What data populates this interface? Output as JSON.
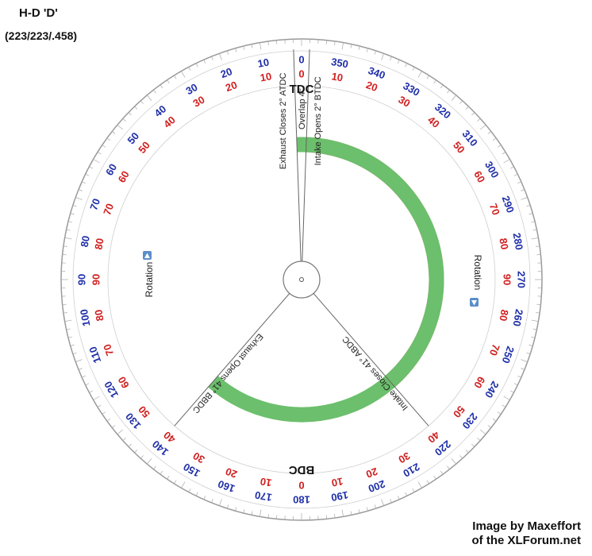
{
  "title": {
    "line1": "H-D 'D'",
    "line2": "(223/223/.458)"
  },
  "credit": {
    "line1": "Image by Maxeffort",
    "line2": "of the XLForum.net"
  },
  "colors": {
    "intake_arc": "#ec7b7b",
    "exhaust_arc": "#6cbf6c",
    "atdc_btdc_numbers": "#d11f1f",
    "crank_degree_numbers": "#1f2fa8",
    "rotation_icon": "#5b8ec9"
  },
  "markers": {
    "tdc": "TDC",
    "bdc": "BDC"
  },
  "rotation_labels": {
    "left": "Rotation",
    "right": "Rotation"
  },
  "timing": {
    "exhaust_closes": {
      "label": "Exhaust Closes 2° ATDC",
      "degrees": 2
    },
    "overlap": {
      "label": "Overlap 4°",
      "degrees": 4
    },
    "intake_opens": {
      "label": "Intake Opens 2° BTDC",
      "degrees": 2
    },
    "intake_closes": {
      "label": "Intake Closes 41° ABDC",
      "degrees": 41
    },
    "exhaust_opens": {
      "label": "Exhaust Opens 41° BBDC",
      "degrees": 41
    }
  },
  "scale": {
    "outer_blue": [
      "0",
      "10",
      "20",
      "30",
      "40",
      "50",
      "60",
      "70",
      "80",
      "90",
      "100",
      "110",
      "120",
      "130",
      "140",
      "150",
      "160",
      "170",
      "180",
      "190",
      "200",
      "210",
      "220",
      "230",
      "240",
      "250",
      "260",
      "270",
      "280",
      "290",
      "300",
      "310",
      "320",
      "330",
      "340",
      "350"
    ],
    "inner_red": [
      "0",
      "10",
      "20",
      "30",
      "40",
      "50",
      "60",
      "70",
      "80",
      "90",
      "80",
      "70",
      "60",
      "50",
      "40",
      "30",
      "20",
      "10",
      "0",
      "10",
      "20",
      "30",
      "40",
      "50",
      "60",
      "70",
      "80",
      "90",
      "80",
      "70",
      "60",
      "50",
      "40",
      "30",
      "20",
      "10"
    ]
  }
}
